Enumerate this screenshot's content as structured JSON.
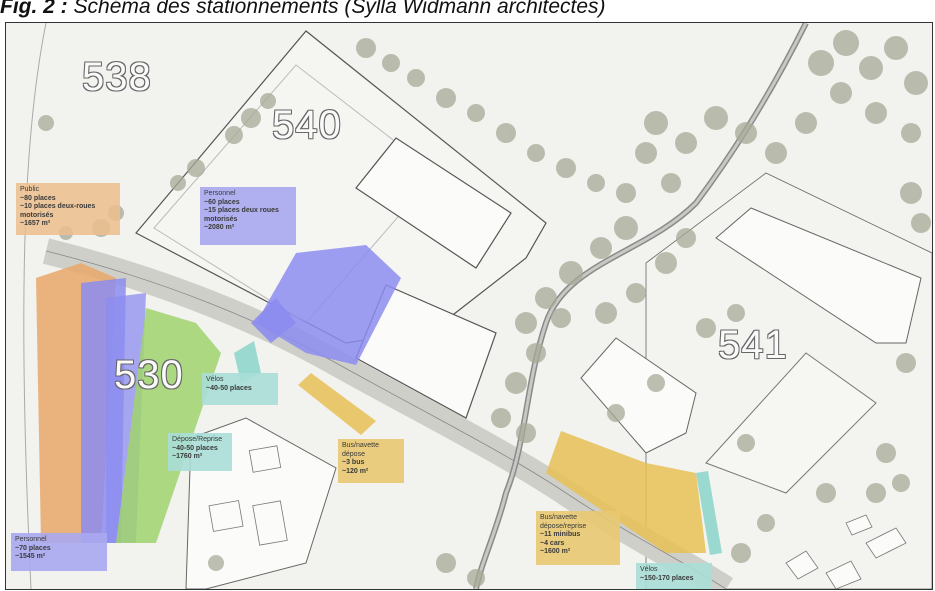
{
  "caption": {
    "prefix": "Fig. 2 :",
    "text": " Schéma des stationnements (Sylla Widmann architectes)"
  },
  "colors": {
    "public": "#e9a86a",
    "personnel": "#8c8cf0",
    "drop_off": "#9fd36c",
    "velos": "#8fd6cc",
    "bus": "#e8bf55",
    "vegetation": "#a7ab98"
  },
  "parcels": [
    "538",
    "540",
    "530",
    "541"
  ],
  "zones": {
    "public": {
      "title": "Public",
      "lines": [
        "~80 places",
        "~10 places deux-roues motorisés"
      ],
      "area": "~1657 m²"
    },
    "personnel_540": {
      "title": "Personnel",
      "lines": [
        "~60 places",
        "~15 places deux roues motorisés"
      ],
      "area": "~2080 m²"
    },
    "velos_1": {
      "title": "Vélos",
      "lines": [],
      "area": "~40-50 places"
    },
    "depose": {
      "title": "Dépose/Reprise",
      "lines": [
        "~40-50 places"
      ],
      "area": "~1760 m²"
    },
    "bus_1": {
      "title": "Bus/navette dépose",
      "lines": [
        "~3 bus"
      ],
      "area": "~120 m²"
    },
    "personnel_530": {
      "title": "Personnel",
      "lines": [
        "~70 places"
      ],
      "area": "~1545 m²"
    },
    "bus_2": {
      "title": "Bus/navette dépose/reprise",
      "lines": [
        "~11 minibus",
        "~4 cars"
      ],
      "area": "~1600 m²"
    },
    "velos_2": {
      "title": "Vélos",
      "lines": [],
      "area": "~150-170 places"
    }
  }
}
